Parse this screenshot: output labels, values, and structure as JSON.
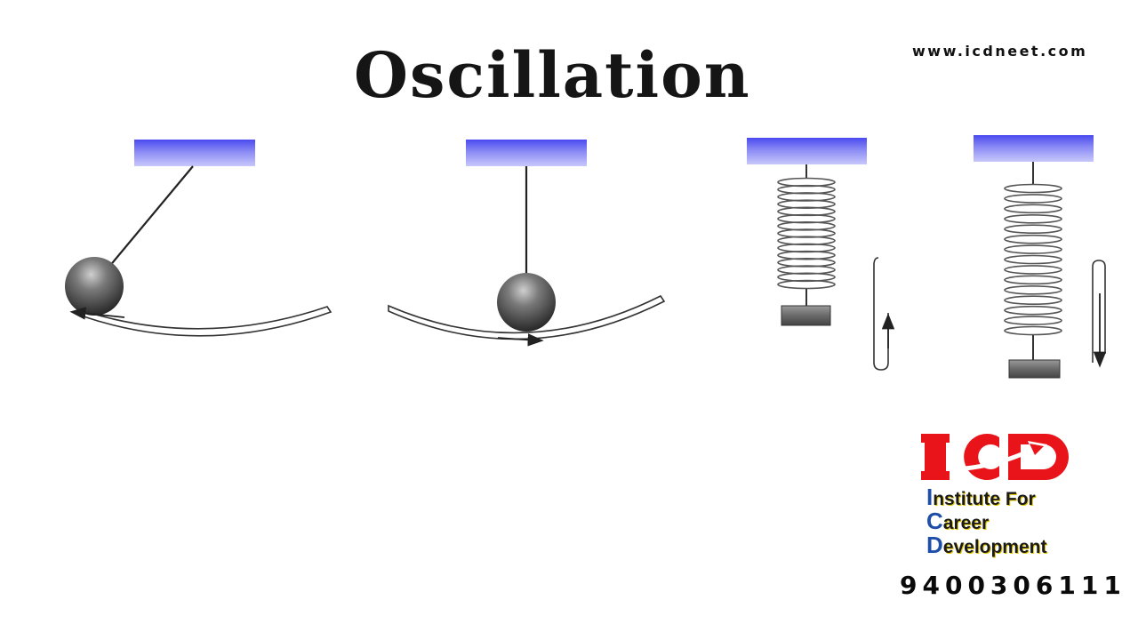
{
  "title": "Oscillation",
  "website": "www.icdneet.com",
  "logo": {
    "letters": "ICD",
    "line1_initial": "I",
    "line1_rest": "nstitute For",
    "line2_initial": "C",
    "line2_rest": "areer",
    "line3_initial": "D",
    "line3_rest": "evelopment",
    "brand_red": "#e8141a",
    "brand_blue": "#1f4ea8"
  },
  "phone": "9400306111",
  "colors": {
    "support_block": "#6d6cf0",
    "bob": "#3a3a3a",
    "spring": "#555555"
  },
  "icons": [
    "pendulum-displaced",
    "pendulum-center",
    "spring-compressed",
    "spring-extended",
    "up-arrow",
    "down-arrow"
  ]
}
